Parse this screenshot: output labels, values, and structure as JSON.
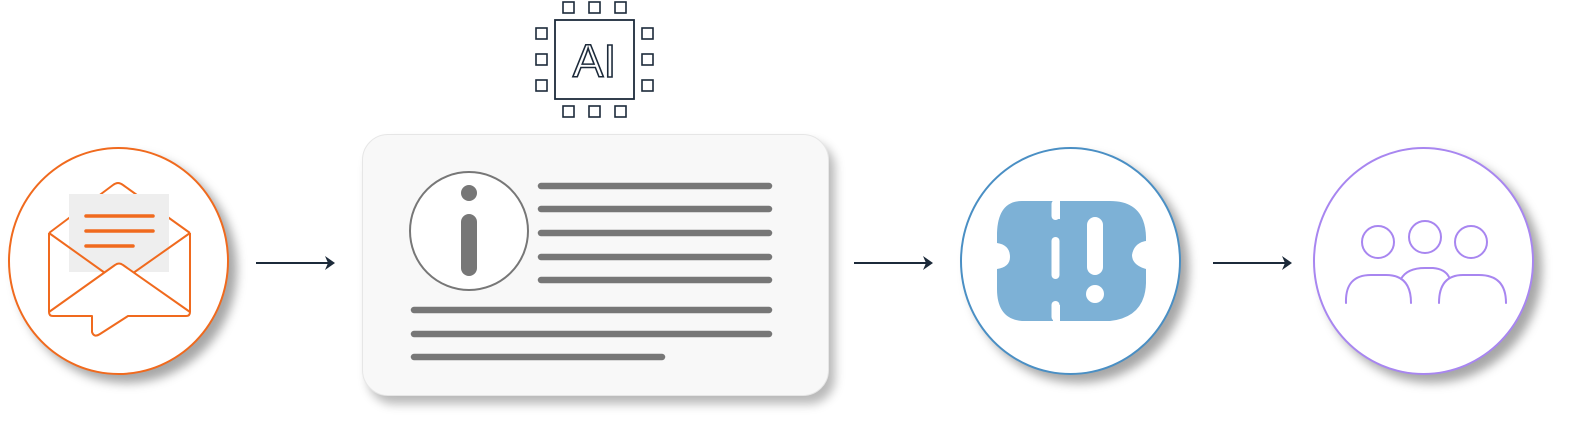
{
  "diagram": {
    "type": "flow",
    "ai_chip": {
      "icon": "ai-chip-icon",
      "label": "AI"
    },
    "steps": [
      {
        "id": "email",
        "icon": "envelope-letter-icon",
        "color": "#f06a1e"
      },
      {
        "id": "document",
        "icon": "info-document-icon",
        "color": "#777777"
      },
      {
        "id": "ticket",
        "icon": "alert-ticket-icon",
        "color": "#7db1d6",
        "border": "#4a8fc4"
      },
      {
        "id": "team",
        "icon": "team-icon",
        "color": "#a886f0"
      }
    ],
    "arrows": [
      {
        "from": "email",
        "to": "document"
      },
      {
        "from": "document",
        "to": "ticket"
      },
      {
        "from": "ticket",
        "to": "team"
      }
    ],
    "arrow_color": "#1c2a3a",
    "ai_color": "#1c2a3a"
  }
}
